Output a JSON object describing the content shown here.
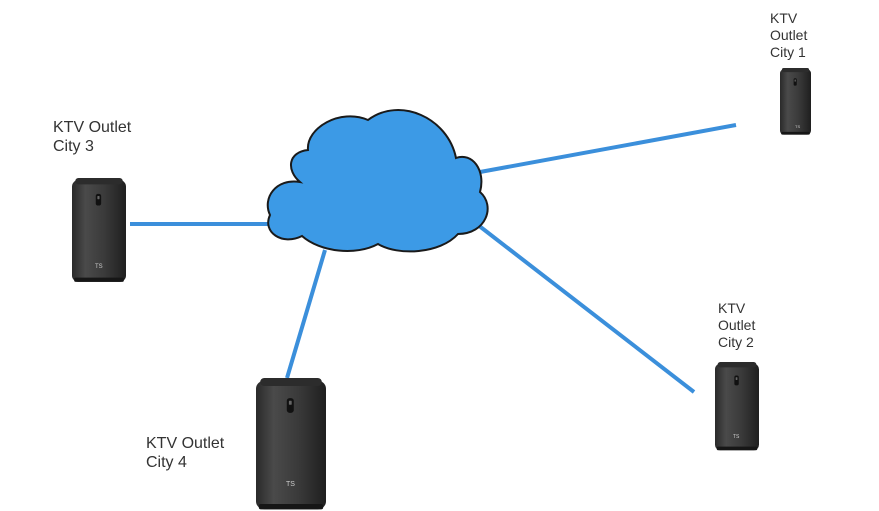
{
  "colors": {
    "link": "#3b8fdb",
    "cloud_fill": "#3c9ae6",
    "cloud_stroke": "#1a1a1a",
    "device_body": "#3a3a3a",
    "device_dark": "#1e1e1e"
  },
  "nodes": [
    {
      "id": "city1",
      "label": "KTV\nOutlet\nCity 1",
      "icon": "nas-tower-icon"
    },
    {
      "id": "city2",
      "label": "KTV\nOutlet\nCity 2",
      "icon": "nas-tower-icon"
    },
    {
      "id": "city3",
      "label": "KTV Outlet\nCity 3",
      "icon": "nas-tower-icon"
    },
    {
      "id": "city4",
      "label": "KTV Outlet\nCity 4",
      "icon": "nas-tower-icon"
    }
  ],
  "hub": {
    "icon": "cloud-icon"
  },
  "device_badge": "TS"
}
